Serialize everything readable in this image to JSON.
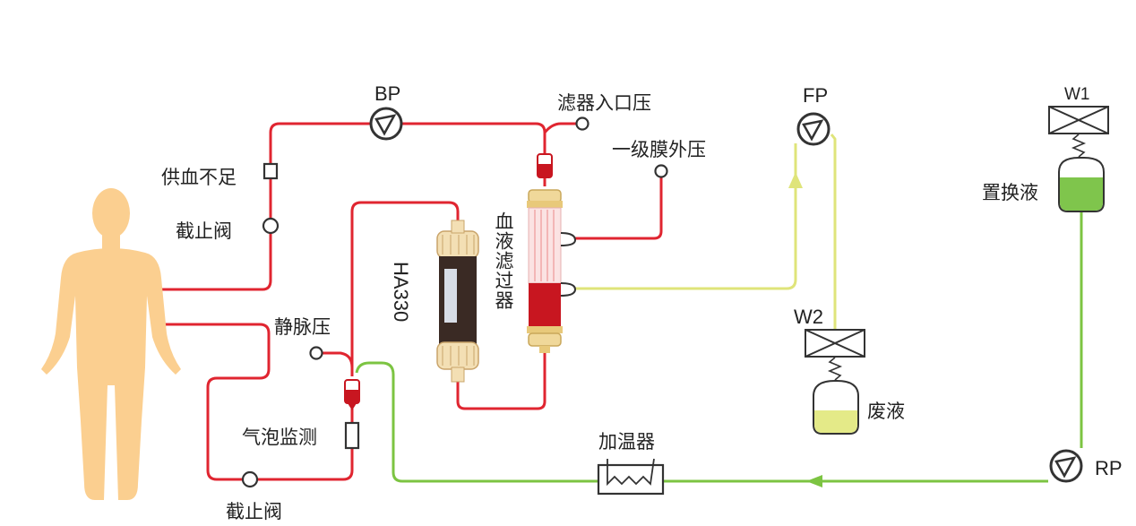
{
  "colors": {
    "blood_line": "#e02530",
    "fluid_line": "#dfe47a",
    "replace_line": "#7cc442",
    "body": "#fbcf90",
    "blood_dark": "#c81620",
    "fluid_fill": "#e4ea88",
    "replace_fill": "#7fc54c"
  },
  "labels": {
    "bp": "BP",
    "fp": "FP",
    "rp": "RP",
    "w1": "W1",
    "w2": "W2",
    "filter_inlet_pressure": "滤器入口压",
    "first_tmp": "一级膜外压",
    "insufficient_supply": "供血不足",
    "clamp_top": "截止阀",
    "clamp_bottom": "截止阀",
    "venous_pressure": "静脉压",
    "bubble_monitor": "气泡监测",
    "heater": "加温器",
    "replacement_fluid": "置换液",
    "waste_fluid": "废液",
    "hemofilter": "血液滤过器",
    "cartridge": "HA330"
  },
  "icons": {
    "pump": "pump-icon",
    "pressure_sensor": "pressure-sensor-icon",
    "scale": "scale-icon",
    "human": "human-body-icon",
    "heater": "heater-icon"
  }
}
